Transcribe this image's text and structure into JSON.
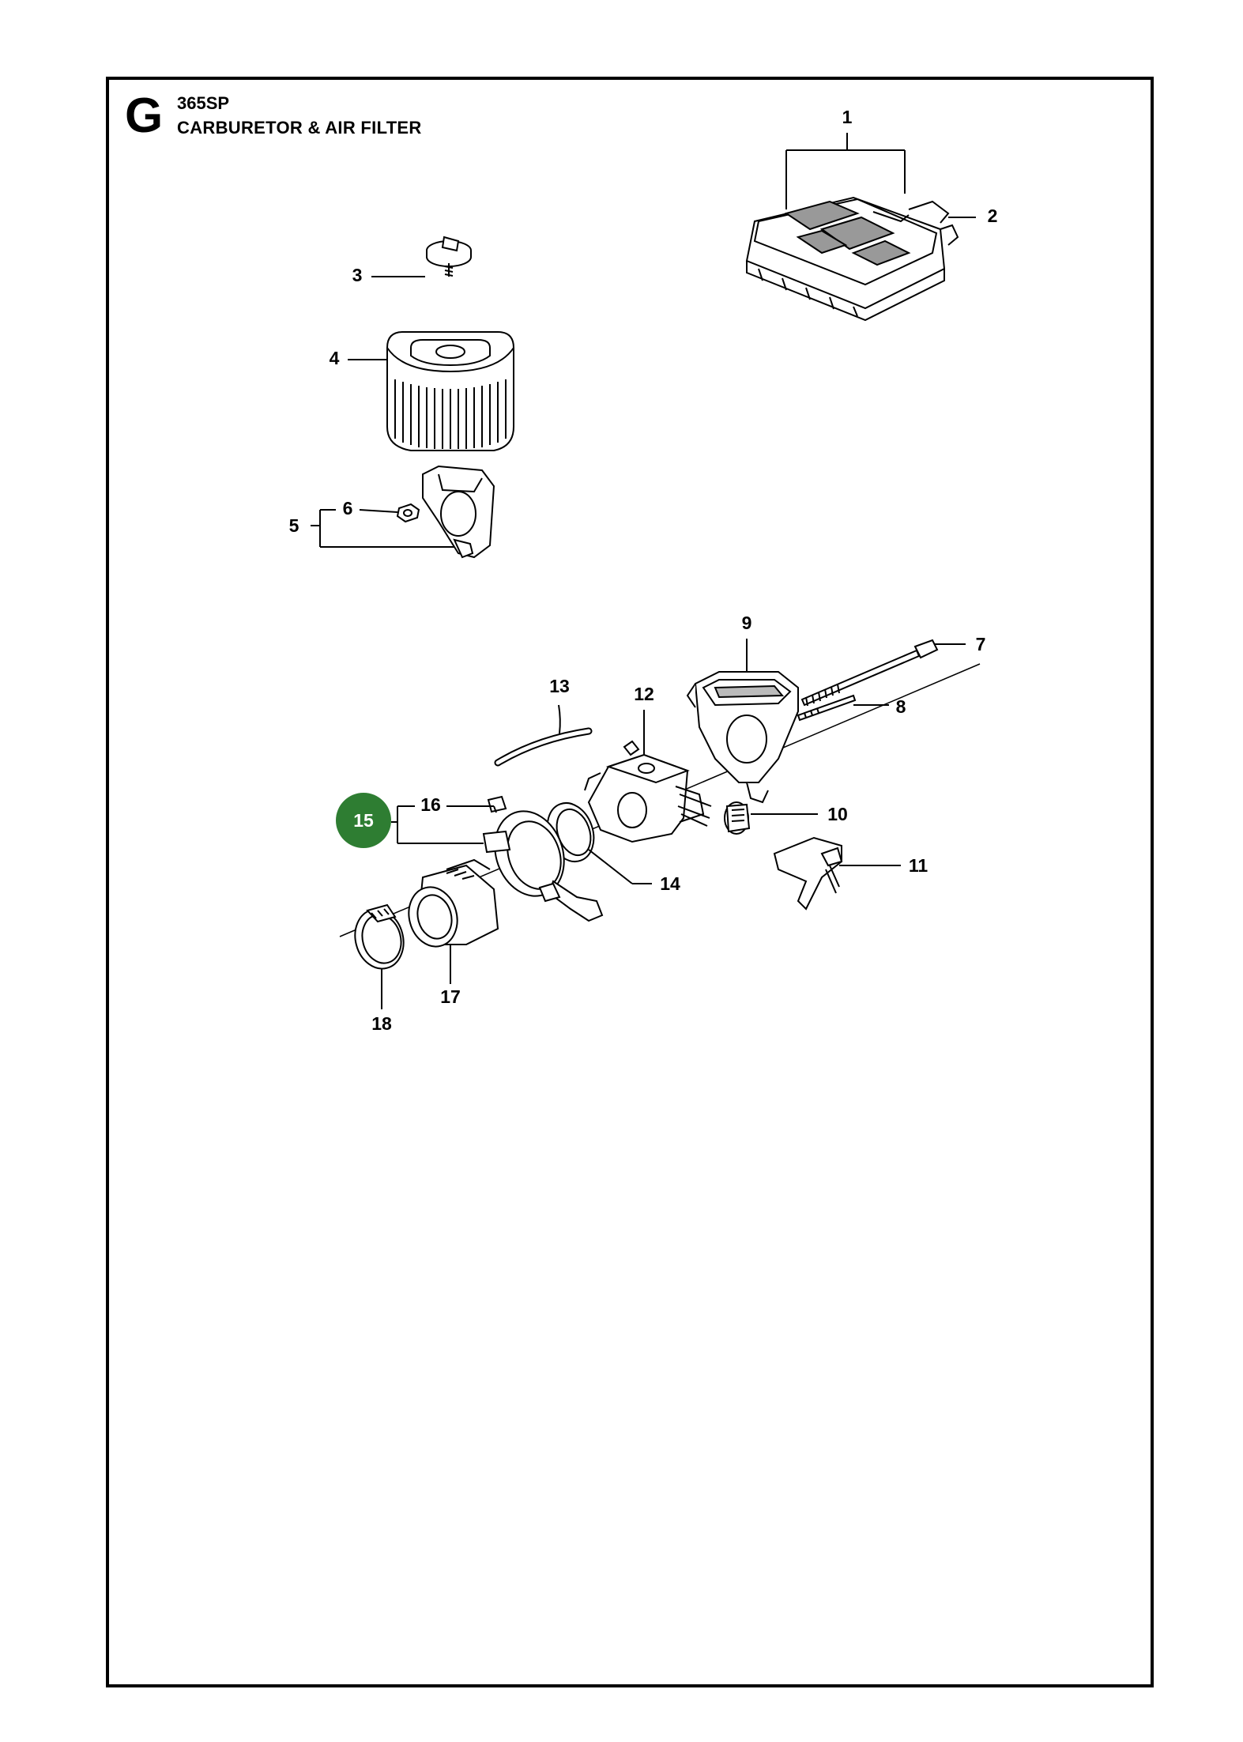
{
  "header": {
    "section_letter": "G",
    "model": "365SP",
    "title": "CARBURETOR & AIR FILTER"
  },
  "colors": {
    "highlight": "#2e7d32",
    "line": "#000000"
  },
  "callouts": {
    "p1": "1",
    "p2": "2",
    "p3": "3",
    "p4": "4",
    "p5": "5",
    "p6": "6",
    "p7": "7",
    "p8": "8",
    "p9": "9",
    "p10": "10",
    "p11": "11",
    "p12": "12",
    "p13": "13",
    "p14": "14",
    "p15": "15",
    "p16": "16",
    "p17": "17",
    "p18": "18"
  },
  "highlighted_part": "15"
}
